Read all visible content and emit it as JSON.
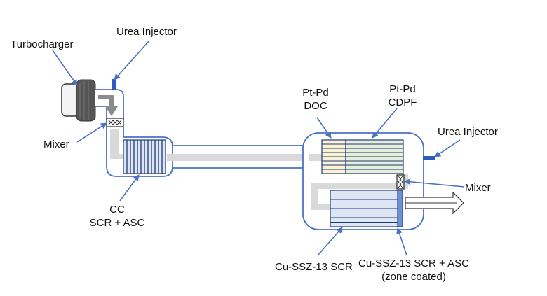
{
  "labels": {
    "turbocharger": "Turbocharger",
    "urea_injector_top": "Urea Injector",
    "mixer_left": "Mixer",
    "cc_line1": "CC",
    "cc_line2": "SCR + ASC",
    "doc_line1": "Pt-Pd",
    "doc_line2": "DOC",
    "cdpf_line1": "Pt-Pd",
    "cdpf_line2": "CDPF",
    "urea_injector_right": "Urea Injector",
    "mixer_right": "Mixer",
    "cu_ssz_scr": "Cu-SSZ-13 SCR",
    "cu_ssz_scr_asc_line1": "Cu-SSZ-13 SCR + ASC",
    "cu_ssz_scr_asc_line2": "(zone coated)"
  },
  "colors": {
    "outline": "#4a72c4",
    "leader": "#4a72c4",
    "injector": "#2f5bbf",
    "flow": "#d9d9d9",
    "doc_fill": "#fbf2d3",
    "cdpf_fill": "#e4eed8",
    "scr_fill": "#dfe6f3",
    "stripe": "#1f3a7a",
    "asc_zone": "#6f8fd8",
    "turbo_dark": "#555555",
    "turbo_light": "#f3f3f3"
  }
}
